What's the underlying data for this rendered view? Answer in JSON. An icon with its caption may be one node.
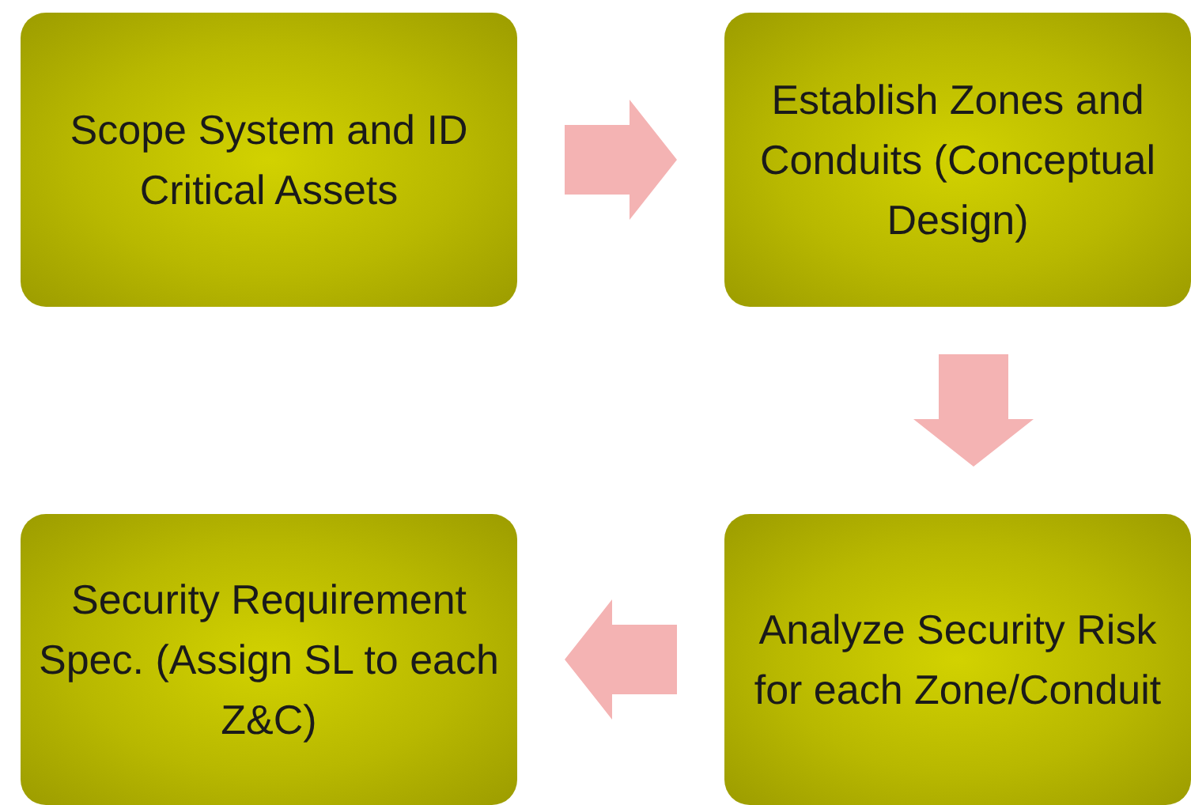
{
  "diagram": {
    "nodes": [
      {
        "text": [
          "Scope System and ID Critical Assets"
        ]
      },
      {
        "text": [
          "Establish Zones and Conduits (Conceptual Design)"
        ]
      },
      {
        "text": [
          "Analyze Security Risk for each Zone/Conduit"
        ]
      },
      {
        "text": [
          "Security Requirement Spec. (Assign SL to each Z&C)"
        ]
      }
    ],
    "edges": [
      {
        "from": 0,
        "to": 1,
        "arrow": "to"
      },
      {
        "from": 1,
        "to": 2,
        "arrow": "to"
      },
      {
        "from": 2,
        "to": 3,
        "arrow": "to"
      }
    ]
  }
}
